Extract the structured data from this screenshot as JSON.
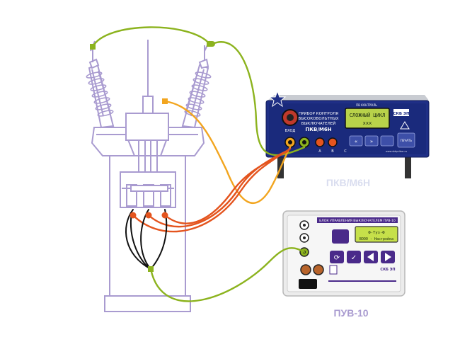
{
  "pkv": {
    "caption": "ПКВ/М6Н",
    "header_label": "ПВ КОНТРОЛЬ",
    "panel_title_1": "ПРИБОР КОНТРОЛЯ",
    "panel_title_2": "ВЫСОКОВОЛЬТНЫХ",
    "panel_title_3": "ВЫКЛЮЧАТЕЛЕЙ",
    "model": "ПКВ/М6Н",
    "lcd_line_1": "СЛОЖНЫЙ ЦИКЛ",
    "lcd_line_2": "ххх",
    "brand": "СКБ ЭП",
    "site": "www.skbpribor.ru",
    "input_label": "ВХОД",
    "terminals": [
      "А",
      "В",
      "С"
    ],
    "button_print": "ПЕЧАТЬ",
    "body_color": "#1f2f86"
  },
  "puv": {
    "caption": "ПУВ-10",
    "panel_title": "БЛОК УПРАВЛЕНИЯ ВЫКЛЮЧАТЕЛЕМ ПУВ-10",
    "lcd_line_1": "Ф-Туз-Ф",
    "lcd_line_2": "ВООО - Настройка",
    "brand": "СКБ ЭП",
    "body_color": "#ececec",
    "accent_color": "#4a2a8a"
  },
  "wires": {
    "green": "#8cb31e",
    "orange": "#f2a51f",
    "red_orange": "#e4541e",
    "black": "#111111"
  },
  "breaker_outline_color": "#a99bd0"
}
